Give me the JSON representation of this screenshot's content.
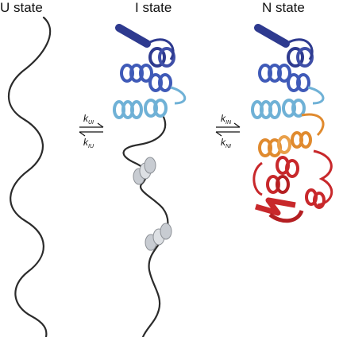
{
  "titles": {
    "u": "U state",
    "i": "I state",
    "n": "N state"
  },
  "rates": {
    "k_ui": {
      "k": "k",
      "sub": "UI"
    },
    "k_iu": {
      "k": "k",
      "sub": "IU"
    },
    "k_in": {
      "k": "k",
      "sub": "IN"
    },
    "k_ni": {
      "k": "k",
      "sub": "NI"
    }
  },
  "colors": {
    "coil": "#2b2b2b",
    "helix_dark_blue": "#2e3a8f",
    "helix_blue": "#3f5ab8",
    "helix_light_blue": "#6fb1d6",
    "helix_gray": "#c8ccd2",
    "helix_orange": "#e08a2e",
    "helix_red": "#c8282b"
  }
}
